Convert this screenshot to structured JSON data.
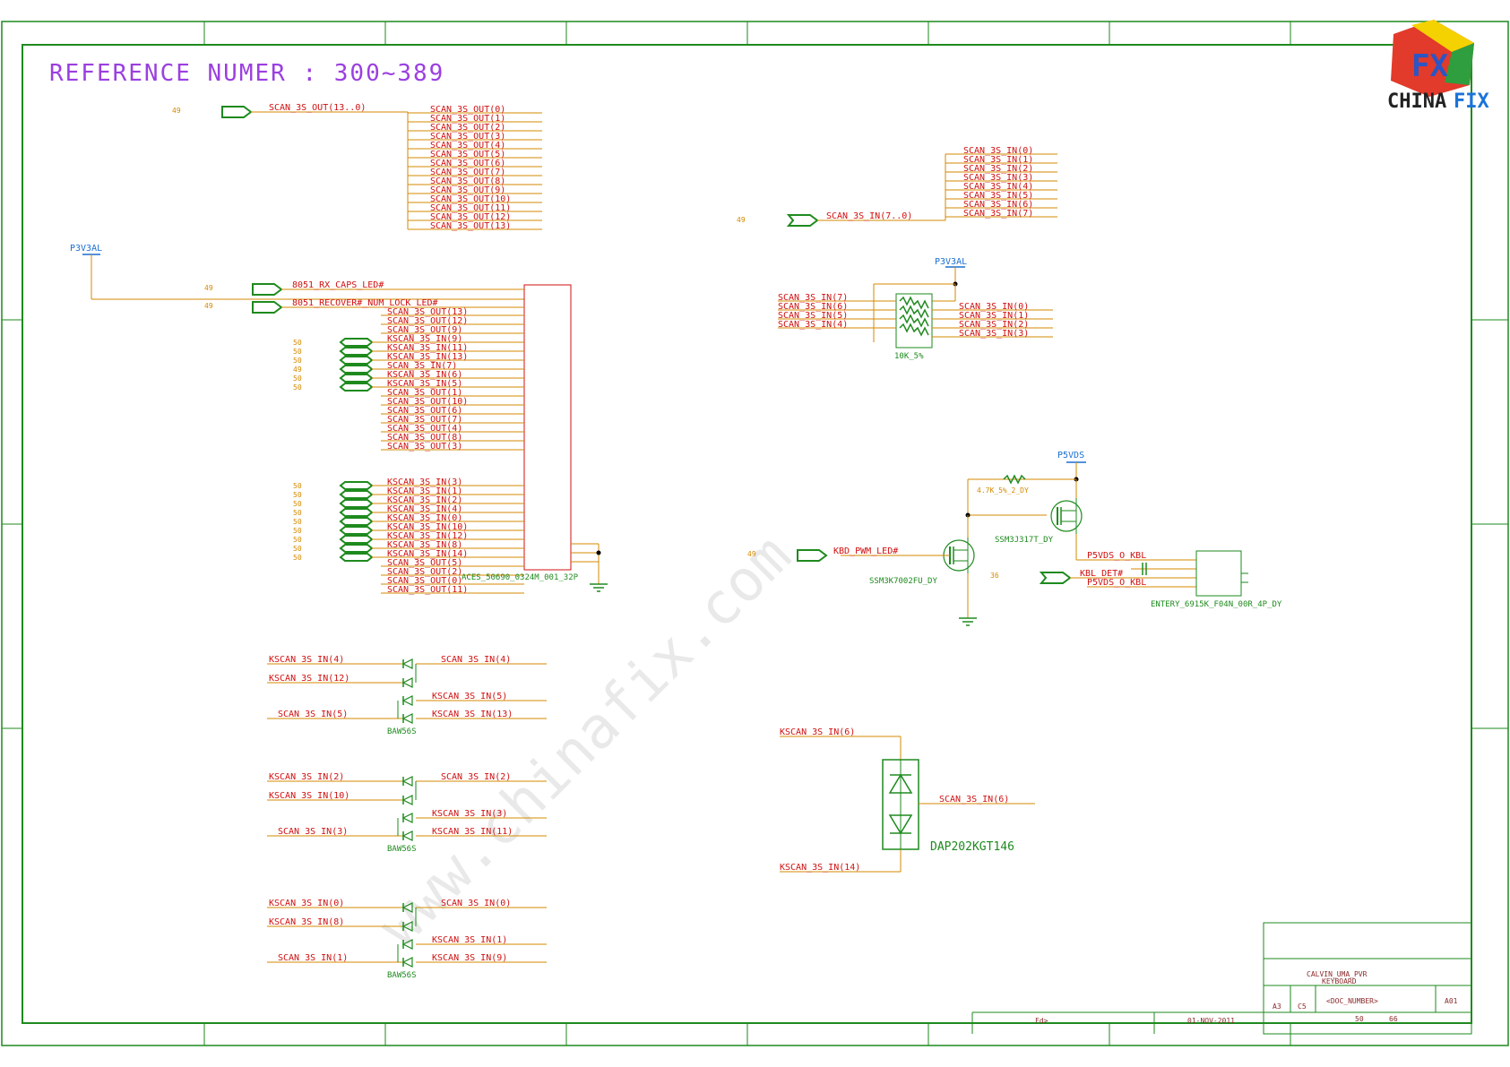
{
  "title": "REFERENCE NUMER : 300~389",
  "watermark": "www.chinafix.com",
  "logo": {
    "brand_left": "CHINA",
    "brand_right": "FIX",
    "letters_icon": "FX"
  },
  "power": {
    "p3v3al_1": "P3V3AL",
    "p3v3al_2": "P3V3AL",
    "p5vds": "P5VDS"
  },
  "scan_out": {
    "bus": "SCAN_3S_OUT(13..0)",
    "page_ref": "49",
    "bits": [
      "SCAN_3S_OUT(0)",
      "SCAN_3S_OUT(1)",
      "SCAN_3S_OUT(2)",
      "SCAN_3S_OUT(3)",
      "SCAN_3S_OUT(4)",
      "SCAN_3S_OUT(5)",
      "SCAN_3S_OUT(6)",
      "SCAN_3S_OUT(7)",
      "SCAN_3S_OUT(8)",
      "SCAN_3S_OUT(9)",
      "SCAN_3S_OUT(10)",
      "SCAN_3S_OUT(11)",
      "SCAN_3S_OUT(12)",
      "SCAN_3S_OUT(13)"
    ]
  },
  "scan_in": {
    "bus": "SCAN_3S_IN(7..0)",
    "page_ref": "49",
    "bits": [
      "SCAN_3S_IN(0)",
      "SCAN_3S_IN(1)",
      "SCAN_3S_IN(2)",
      "SCAN_3S_IN(3)",
      "SCAN_3S_IN(4)",
      "SCAN_3S_IN(5)",
      "SCAN_3S_IN(6)",
      "SCAN_3S_IN(7)"
    ]
  },
  "connector": {
    "part": "ACES_50690_0324M_001_32P",
    "led_caps": {
      "label": "8051_RX_CAPS_LED#",
      "ref": "49"
    },
    "led_num": {
      "label": "8051_RECOVER#_NUM_LOCK_LED#",
      "ref": "49"
    },
    "pins_group1": [
      "SCAN_3S_OUT(13)",
      "SCAN_3S_OUT(12)",
      "SCAN_3S_OUT(9)",
      "KSCAN_3S_IN(9)",
      "KSCAN_3S_IN(11)",
      "KSCAN_3S_IN(13)",
      "SCAN_3S_IN(7)",
      "KSCAN_3S_IN(6)",
      "KSCAN_3S_IN(5)",
      "SCAN_3S_OUT(1)",
      "SCAN_3S_OUT(10)",
      "SCAN_3S_OUT(6)",
      "SCAN_3S_OUT(7)",
      "SCAN_3S_OUT(4)",
      "SCAN_3S_OUT(8)",
      "SCAN_3S_OUT(3)"
    ],
    "pins_group2": [
      "KSCAN_3S_IN(3)",
      "KSCAN_3S_IN(1)",
      "KSCAN_3S_IN(2)",
      "KSCAN_3S_IN(4)",
      "KSCAN_3S_IN(0)",
      "KSCAN_3S_IN(10)",
      "KSCAN_3S_IN(12)",
      "KSCAN_3S_IN(8)",
      "KSCAN_3S_IN(14)",
      "SCAN_3S_OUT(5)",
      "SCAN_3S_OUT(2)",
      "SCAN_3S_OUT(0)",
      "SCAN_3S_OUT(11)"
    ],
    "refs_group1": [
      "50",
      "50",
      "50",
      "49",
      "50",
      "50"
    ],
    "refs_group2": [
      "50",
      "50",
      "50",
      "50",
      "50",
      "50",
      "50",
      "50",
      "50"
    ]
  },
  "resistor_pack": {
    "value": "10K_5%",
    "left": [
      "SCAN_3S_IN(7)",
      "SCAN_3S_IN(6)",
      "SCAN_3S_IN(5)",
      "SCAN_3S_IN(4)"
    ],
    "right": [
      "SCAN_3S_IN(0)",
      "SCAN_3S_IN(1)",
      "SCAN_3S_IN(2)",
      "SCAN_3S_IN(3)"
    ]
  },
  "backlight": {
    "pwm": {
      "label": "KBD_PWM_LED#",
      "ref": "49"
    },
    "r_label": "4.7K_5%_2_DY",
    "q_pmos": "SSM3J317T_DY",
    "q_nmos": "SSM3K7002FU_DY",
    "kbl_det": {
      "label": "KBL_DET#",
      "ref": "36"
    },
    "p5_a": "P5VDS_O_KBL",
    "p5_b": "P5VDS_O_KBL",
    "conn_part": "ENTERY_6915K_F04N_00R_4P_DY"
  },
  "diodes": {
    "part": "BAW56S",
    "g1": {
      "l1": "KSCAN_3S_IN(4)",
      "r1": "SCAN_3S_IN(4)",
      "l2": "KSCAN_3S_IN(12)",
      "r2": "KSCAN_3S_IN(5)",
      "l3": "SCAN_3S_IN(5)",
      "r3": "KSCAN_3S_IN(13)"
    },
    "g2": {
      "l1": "KSCAN_3S_IN(2)",
      "r1": "SCAN_3S_IN(2)",
      "l2": "KSCAN_3S_IN(10)",
      "r2": "KSCAN_3S_IN(3)",
      "l3": "SCAN_3S_IN(3)",
      "r3": "KSCAN_3S_IN(11)"
    },
    "g3": {
      "l1": "KSCAN_3S_IN(0)",
      "r1": "SCAN_3S_IN(0)",
      "l2": "KSCAN_3S_IN(8)",
      "r2": "KSCAN_3S_IN(1)",
      "l3": "SCAN_3S_IN(1)",
      "r3": "KSCAN_3S_IN(9)"
    }
  },
  "dap": {
    "part": "DAP202KGT146",
    "top": "KSCAN_3S_IN(6)",
    "out": "SCAN_3S_IN(6)",
    "bottom": "KSCAN_3S_IN(14)"
  },
  "title_block": {
    "project": "CALVIN_UMA_PVR",
    "sheet_title": "KEYBOARD",
    "size": "A3",
    "rev_code": "C5",
    "doc": "<DOC_NUMBER>",
    "rev": "A01",
    "sheet": "50",
    "of": "66",
    "date": "01-NOV-2011",
    "field": "Fd>"
  }
}
